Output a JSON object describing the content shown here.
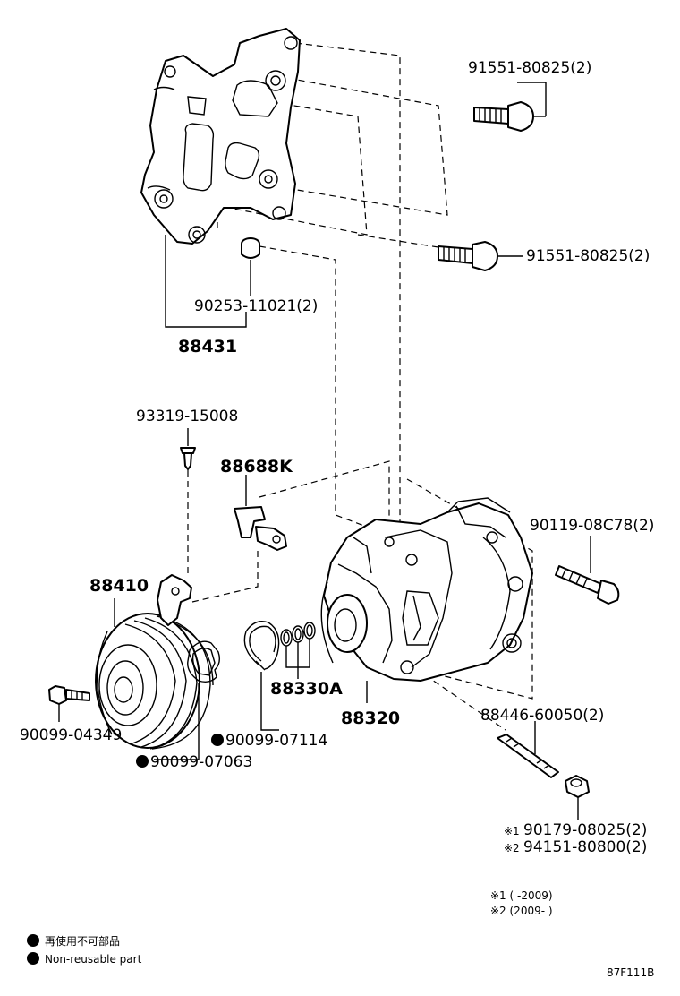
{
  "labels": {
    "bolt_upper": "91551-80825(2)",
    "bolt_lower": "91551-80825(2)",
    "collar": "90253-11021(2)",
    "bracket": "88431",
    "screw": "93319-15008",
    "sensor": "88688K",
    "clutch": "88410",
    "clutch_bolt": "90099-04349",
    "snap_ring_2": "90099-07063",
    "snap_ring_1": "90099-07114",
    "oring_kit": "88330A",
    "compressor": "88320",
    "comp_bolt": "90119-08C78(2)",
    "stud": "88446-60050(2)",
    "nut_1": "90179-08025(2)",
    "nut_2": "94151-80800(2)",
    "nut_1_prefix": "※1",
    "nut_2_prefix": "※2"
  },
  "footnotes": {
    "note_1": "※1 (        -2009)",
    "note_2": "※2 (2009-        )"
  },
  "legend": {
    "jp": "再使用不可部品",
    "en": "Non-reusable part"
  },
  "figure_code": "87F111B"
}
